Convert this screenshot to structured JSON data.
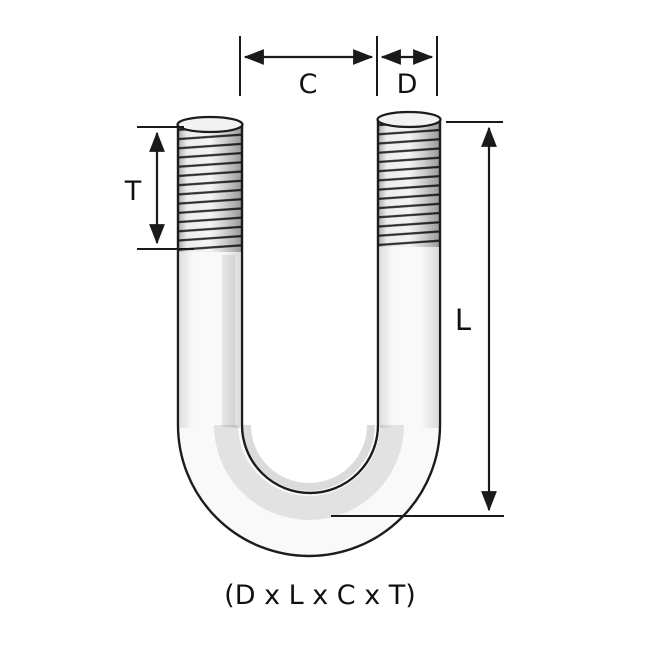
{
  "diagram": {
    "caption": "(D x L x C x T)",
    "labels": {
      "c": "C",
      "d": "D",
      "t": "T",
      "l": "L"
    },
    "colors": {
      "background": "#ffffff",
      "line": "#1a1a1a",
      "bolt_fill": "#f9f9f9",
      "thread_dark": "#2e2e2e",
      "shading": "#d6d6d6"
    }
  }
}
